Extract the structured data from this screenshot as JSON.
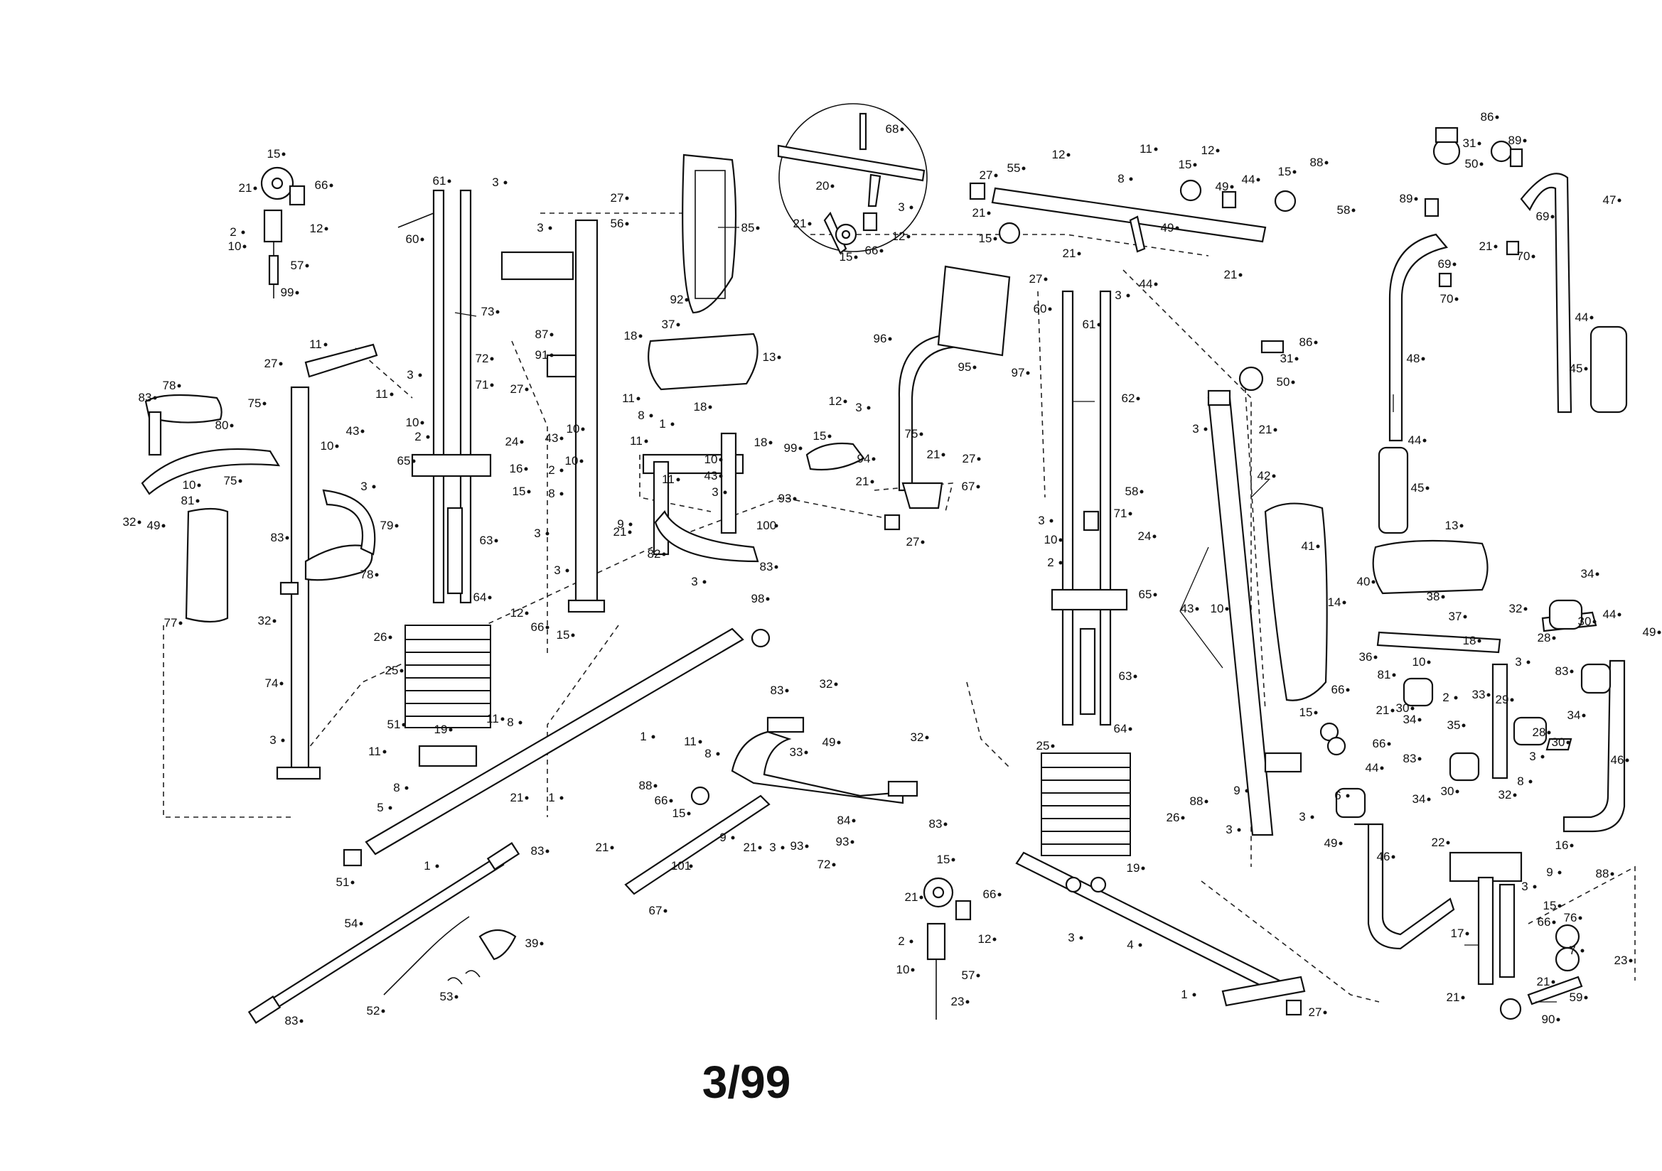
{
  "sheet": {
    "date_code": "3/99"
  },
  "callouts": [
    {
      "id": "c15a",
      "text": "15"
    },
    {
      "id": "c21a",
      "text": "21"
    },
    {
      "id": "c66a",
      "text": "66"
    },
    {
      "id": "c2a",
      "text": "2"
    },
    {
      "id": "c12a",
      "text": "12"
    },
    {
      "id": "c10a",
      "text": "10"
    },
    {
      "id": "c57a",
      "text": "57"
    },
    {
      "id": "c99a",
      "text": "99"
    },
    {
      "id": "c61a",
      "text": "61"
    },
    {
      "id": "c3a",
      "text": "3"
    },
    {
      "id": "c60a",
      "text": "60"
    },
    {
      "id": "c73",
      "text": "73"
    },
    {
      "id": "c72a",
      "text": "72"
    },
    {
      "id": "c71a",
      "text": "71"
    },
    {
      "id": "c3b",
      "text": "3"
    },
    {
      "id": "c10b",
      "text": "10"
    },
    {
      "id": "c2b",
      "text": "2"
    },
    {
      "id": "c24a",
      "text": "24"
    },
    {
      "id": "c65a",
      "text": "65"
    },
    {
      "id": "c63a",
      "text": "63"
    },
    {
      "id": "c64a",
      "text": "64"
    },
    {
      "id": "c27a",
      "text": "27"
    },
    {
      "id": "c3c",
      "text": "3"
    },
    {
      "id": "c56",
      "text": "56"
    },
    {
      "id": "c87",
      "text": "87"
    },
    {
      "id": "c91",
      "text": "91"
    },
    {
      "id": "c27b",
      "text": "27"
    },
    {
      "id": "c43a",
      "text": "43"
    },
    {
      "id": "c10c",
      "text": "10"
    },
    {
      "id": "c2c",
      "text": "2"
    },
    {
      "id": "c10d",
      "text": "10"
    },
    {
      "id": "c16a",
      "text": "16"
    },
    {
      "id": "c15b",
      "text": "15"
    },
    {
      "id": "c8a",
      "text": "8"
    },
    {
      "id": "c3d",
      "text": "3"
    },
    {
      "id": "c9a",
      "text": "9"
    },
    {
      "id": "c21b",
      "text": "21"
    },
    {
      "id": "c3e",
      "text": "3"
    },
    {
      "id": "c85",
      "text": "85"
    },
    {
      "id": "c92",
      "text": "92"
    },
    {
      "id": "c18a",
      "text": "18"
    },
    {
      "id": "c37a",
      "text": "37"
    },
    {
      "id": "c13a",
      "text": "13"
    },
    {
      "id": "c11a",
      "text": "11"
    },
    {
      "id": "c8b",
      "text": "8"
    },
    {
      "id": "c1a",
      "text": "1"
    },
    {
      "id": "c18b",
      "text": "18"
    },
    {
      "id": "c11b",
      "text": "11"
    },
    {
      "id": "c18c",
      "text": "18"
    },
    {
      "id": "c10e",
      "text": "10"
    },
    {
      "id": "c43b",
      "text": "43"
    },
    {
      "id": "c11c",
      "text": "11"
    },
    {
      "id": "c3f",
      "text": "3"
    },
    {
      "id": "c100",
      "text": "100"
    },
    {
      "id": "c82",
      "text": "82"
    },
    {
      "id": "c83a",
      "text": "83"
    },
    {
      "id": "c3g",
      "text": "3"
    },
    {
      "id": "c27c",
      "text": "27"
    },
    {
      "id": "c11d",
      "text": "11"
    },
    {
      "id": "c11e",
      "text": "11"
    },
    {
      "id": "c83b",
      "text": "83"
    },
    {
      "id": "c78a",
      "text": "78"
    },
    {
      "id": "c75a",
      "text": "75"
    },
    {
      "id": "c80",
      "text": "80"
    },
    {
      "id": "c43c",
      "text": "43"
    },
    {
      "id": "c10f",
      "text": "10"
    },
    {
      "id": "c75b",
      "text": "75"
    },
    {
      "id": "c10g",
      "text": "10"
    },
    {
      "id": "c81a",
      "text": "81"
    },
    {
      "id": "c32a",
      "text": "32"
    },
    {
      "id": "c49a",
      "text": "49"
    },
    {
      "id": "c3h",
      "text": "3"
    },
    {
      "id": "c79",
      "text": "79"
    },
    {
      "id": "c83c",
      "text": "83"
    },
    {
      "id": "c78b",
      "text": "78"
    },
    {
      "id": "c77",
      "text": "77"
    },
    {
      "id": "c32b",
      "text": "32"
    },
    {
      "id": "c74",
      "text": "74"
    },
    {
      "id": "c3i",
      "text": "3"
    },
    {
      "id": "c26a",
      "text": "26"
    },
    {
      "id": "c25a",
      "text": "25"
    },
    {
      "id": "c12b",
      "text": "12"
    },
    {
      "id": "c66b",
      "text": "66"
    },
    {
      "id": "c15c",
      "text": "15"
    },
    {
      "id": "c98",
      "text": "98"
    },
    {
      "id": "c51a",
      "text": "51"
    },
    {
      "id": "c19a",
      "text": "19"
    },
    {
      "id": "c11f",
      "text": "11"
    },
    {
      "id": "c8c",
      "text": "8"
    },
    {
      "id": "c11g",
      "text": "11"
    },
    {
      "id": "c8d",
      "text": "8"
    },
    {
      "id": "c21c",
      "text": "21"
    },
    {
      "id": "c1b",
      "text": "1"
    },
    {
      "id": "c1c",
      "text": "1"
    },
    {
      "id": "c5",
      "text": "5"
    },
    {
      "id": "c51b",
      "text": "51"
    },
    {
      "id": "c1d",
      "text": "1"
    },
    {
      "id": "c83d",
      "text": "83"
    },
    {
      "id": "c54",
      "text": "54"
    },
    {
      "id": "c39",
      "text": "39"
    },
    {
      "id": "c52",
      "text": "52"
    },
    {
      "id": "c53",
      "text": "53"
    },
    {
      "id": "c83e",
      "text": "83"
    },
    {
      "id": "c83f",
      "text": "83"
    },
    {
      "id": "c32c",
      "text": "32"
    },
    {
      "id": "c33a",
      "text": "33"
    },
    {
      "id": "c49b",
      "text": "49"
    },
    {
      "id": "c32d",
      "text": "32"
    },
    {
      "id": "c11h",
      "text": "11"
    },
    {
      "id": "c8e",
      "text": "8"
    },
    {
      "id": "c88a",
      "text": "88"
    },
    {
      "id": "c66c",
      "text": "66"
    },
    {
      "id": "c15d",
      "text": "15"
    },
    {
      "id": "c84",
      "text": "84"
    },
    {
      "id": "c83g",
      "text": "83"
    },
    {
      "id": "c9b",
      "text": "9"
    },
    {
      "id": "c21d",
      "text": "21"
    },
    {
      "id": "c3j",
      "text": "3"
    },
    {
      "id": "c93a",
      "text": "93"
    },
    {
      "id": "c93b",
      "text": "93"
    },
    {
      "id": "c72b",
      "text": "72"
    },
    {
      "id": "c21e",
      "text": "21"
    },
    {
      "id": "c101",
      "text": "101"
    },
    {
      "id": "c67a",
      "text": "67"
    },
    {
      "id": "c68",
      "text": "68"
    },
    {
      "id": "c20",
      "text": "20"
    },
    {
      "id": "c21f",
      "text": "21"
    },
    {
      "id": "c15e",
      "text": "15"
    },
    {
      "id": "c66d",
      "text": "66"
    },
    {
      "id": "c3k",
      "text": "3"
    },
    {
      "id": "c12c",
      "text": "12"
    },
    {
      "id": "c96",
      "text": "96"
    },
    {
      "id": "c95",
      "text": "95"
    },
    {
      "id": "c27d",
      "text": "27"
    },
    {
      "id": "c60b",
      "text": "60"
    },
    {
      "id": "c97",
      "text": "97"
    },
    {
      "id": "c12d",
      "text": "12"
    },
    {
      "id": "c3l",
      "text": "3"
    },
    {
      "id": "c99b",
      "text": "99"
    },
    {
      "id": "c15f",
      "text": "15"
    },
    {
      "id": "c94",
      "text": "94"
    },
    {
      "id": "c75c",
      "text": "75"
    },
    {
      "id": "c21g",
      "text": "21"
    },
    {
      "id": "c27e",
      "text": "27"
    },
    {
      "id": "c21h",
      "text": "21"
    },
    {
      "id": "c93c",
      "text": "93"
    },
    {
      "id": "c67b",
      "text": "67"
    },
    {
      "id": "c27f",
      "text": "27"
    },
    {
      "id": "c27g",
      "text": "27"
    },
    {
      "id": "c55",
      "text": "55"
    },
    {
      "id": "c12e",
      "text": "12"
    },
    {
      "id": "c21i",
      "text": "21"
    },
    {
      "id": "c15g",
      "text": "15"
    },
    {
      "id": "c11i",
      "text": "11"
    },
    {
      "id": "c12f",
      "text": "12"
    },
    {
      "id": "c8f",
      "text": "8"
    },
    {
      "id": "c15h",
      "text": "15"
    },
    {
      "id": "c49c",
      "text": "49"
    },
    {
      "id": "c44a",
      "text": "44"
    },
    {
      "id": "c15i",
      "text": "15"
    },
    {
      "id": "c88b",
      "text": "88"
    },
    {
      "id": "c58a",
      "text": "58"
    },
    {
      "id": "c49d",
      "text": "49"
    },
    {
      "id": "c21j",
      "text": "21"
    },
    {
      "id": "c44b",
      "text": "44"
    },
    {
      "id": "c21k",
      "text": "21"
    },
    {
      "id": "c61b",
      "text": "61"
    },
    {
      "id": "c3m",
      "text": "3"
    },
    {
      "id": "c62",
      "text": "62"
    },
    {
      "id": "c58b",
      "text": "58"
    },
    {
      "id": "c71b",
      "text": "71"
    },
    {
      "id": "c3n",
      "text": "3"
    },
    {
      "id": "c24b",
      "text": "24"
    },
    {
      "id": "c10h",
      "text": "10"
    },
    {
      "id": "c2d",
      "text": "2"
    },
    {
      "id": "c65b",
      "text": "65"
    },
    {
      "id": "c63b",
      "text": "63"
    },
    {
      "id": "c64b",
      "text": "64"
    },
    {
      "id": "c25b",
      "text": "25"
    },
    {
      "id": "c26b",
      "text": "26"
    },
    {
      "id": "c19b",
      "text": "19"
    },
    {
      "id": "c3o",
      "text": "3"
    },
    {
      "id": "c4",
      "text": "4"
    },
    {
      "id": "c1e",
      "text": "1"
    },
    {
      "id": "c27h",
      "text": "27"
    },
    {
      "id": "c15j",
      "text": "15"
    },
    {
      "id": "c21l",
      "text": "21"
    },
    {
      "id": "c66e",
      "text": "66"
    },
    {
      "id": "c2e",
      "text": "2"
    },
    {
      "id": "c12g",
      "text": "12"
    },
    {
      "id": "c10i",
      "text": "10"
    },
    {
      "id": "c57b",
      "text": "57"
    },
    {
      "id": "c23a",
      "text": "23"
    },
    {
      "id": "c86a",
      "text": "86"
    },
    {
      "id": "c31a",
      "text": "31"
    },
    {
      "id": "c50a",
      "text": "50"
    },
    {
      "id": "c3p",
      "text": "3"
    },
    {
      "id": "c21m",
      "text": "21"
    },
    {
      "id": "c42",
      "text": "42"
    },
    {
      "id": "c43d",
      "text": "43"
    },
    {
      "id": "c10j",
      "text": "10"
    },
    {
      "id": "c41",
      "text": "41"
    },
    {
      "id": "c14",
      "text": "14"
    },
    {
      "id": "c15k",
      "text": "15"
    },
    {
      "id": "c66f",
      "text": "66"
    },
    {
      "id": "c21n",
      "text": "21"
    },
    {
      "id": "c66g",
      "text": "66"
    },
    {
      "id": "c6",
      "text": "6"
    },
    {
      "id": "c88c",
      "text": "88"
    },
    {
      "id": "c9c",
      "text": "9"
    },
    {
      "id": "c3q",
      "text": "3"
    },
    {
      "id": "c3r",
      "text": "3"
    },
    {
      "id": "c86b",
      "text": "86"
    },
    {
      "id": "c31b",
      "text": "31"
    },
    {
      "id": "c89a",
      "text": "89"
    },
    {
      "id": "c50b",
      "text": "50"
    },
    {
      "id": "c89b",
      "text": "89"
    },
    {
      "id": "c47",
      "text": "47"
    },
    {
      "id": "c21o",
      "text": "21"
    },
    {
      "id": "c69a",
      "text": "69"
    },
    {
      "id": "c69b",
      "text": "69"
    },
    {
      "id": "c70a",
      "text": "70"
    },
    {
      "id": "c70b",
      "text": "70"
    },
    {
      "id": "c48",
      "text": "48"
    },
    {
      "id": "c44c",
      "text": "44"
    },
    {
      "id": "c45a",
      "text": "45"
    },
    {
      "id": "c44d",
      "text": "44"
    },
    {
      "id": "c45b",
      "text": "45"
    },
    {
      "id": "c13b",
      "text": "13"
    },
    {
      "id": "c40",
      "text": "40"
    },
    {
      "id": "c34a",
      "text": "34"
    },
    {
      "id": "c38",
      "text": "38"
    },
    {
      "id": "c37b",
      "text": "37"
    },
    {
      "id": "c32e",
      "text": "32"
    },
    {
      "id": "c30a",
      "text": "30"
    },
    {
      "id": "c44e",
      "text": "44"
    },
    {
      "id": "c49e",
      "text": "49"
    },
    {
      "id": "c36",
      "text": "36"
    },
    {
      "id": "c18d",
      "text": "18"
    },
    {
      "id": "c28a",
      "text": "28"
    },
    {
      "id": "c81b",
      "text": "81"
    },
    {
      "id": "c10k",
      "text": "10"
    },
    {
      "id": "c2f",
      "text": "2"
    },
    {
      "id": "c3s",
      "text": "3"
    },
    {
      "id": "c33b",
      "text": "33"
    },
    {
      "id": "c83h",
      "text": "83"
    },
    {
      "id": "c30b",
      "text": "30"
    },
    {
      "id": "c34b",
      "text": "34"
    },
    {
      "id": "c29",
      "text": "29"
    },
    {
      "id": "c34c",
      "text": "34"
    },
    {
      "id": "c35",
      "text": "35"
    },
    {
      "id": "c28b",
      "text": "28"
    },
    {
      "id": "c30c",
      "text": "30"
    },
    {
      "id": "c46a",
      "text": "46"
    },
    {
      "id": "c3t",
      "text": "3"
    },
    {
      "id": "c8g",
      "text": "8"
    },
    {
      "id": "c34d",
      "text": "34"
    },
    {
      "id": "c30d",
      "text": "30"
    },
    {
      "id": "c32f",
      "text": "32"
    },
    {
      "id": "c83i",
      "text": "83"
    },
    {
      "id": "c44f",
      "text": "44"
    },
    {
      "id": "c49f",
      "text": "49"
    },
    {
      "id": "c46b",
      "text": "46"
    },
    {
      "id": "c22",
      "text": "22"
    },
    {
      "id": "c16b",
      "text": "16"
    },
    {
      "id": "c9d",
      "text": "9"
    },
    {
      "id": "c88d",
      "text": "88"
    },
    {
      "id": "c3u",
      "text": "3"
    },
    {
      "id": "c15l",
      "text": "15"
    },
    {
      "id": "c66h",
      "text": "66"
    },
    {
      "id": "c76",
      "text": "76"
    },
    {
      "id": "c7",
      "text": "7"
    },
    {
      "id": "c17",
      "text": "17"
    },
    {
      "id": "c21p",
      "text": "21"
    },
    {
      "id": "c23b",
      "text": "23"
    },
    {
      "id": "c59",
      "text": "59"
    },
    {
      "id": "c21q",
      "text": "21"
    },
    {
      "id": "c90",
      "text": "90"
    }
  ]
}
